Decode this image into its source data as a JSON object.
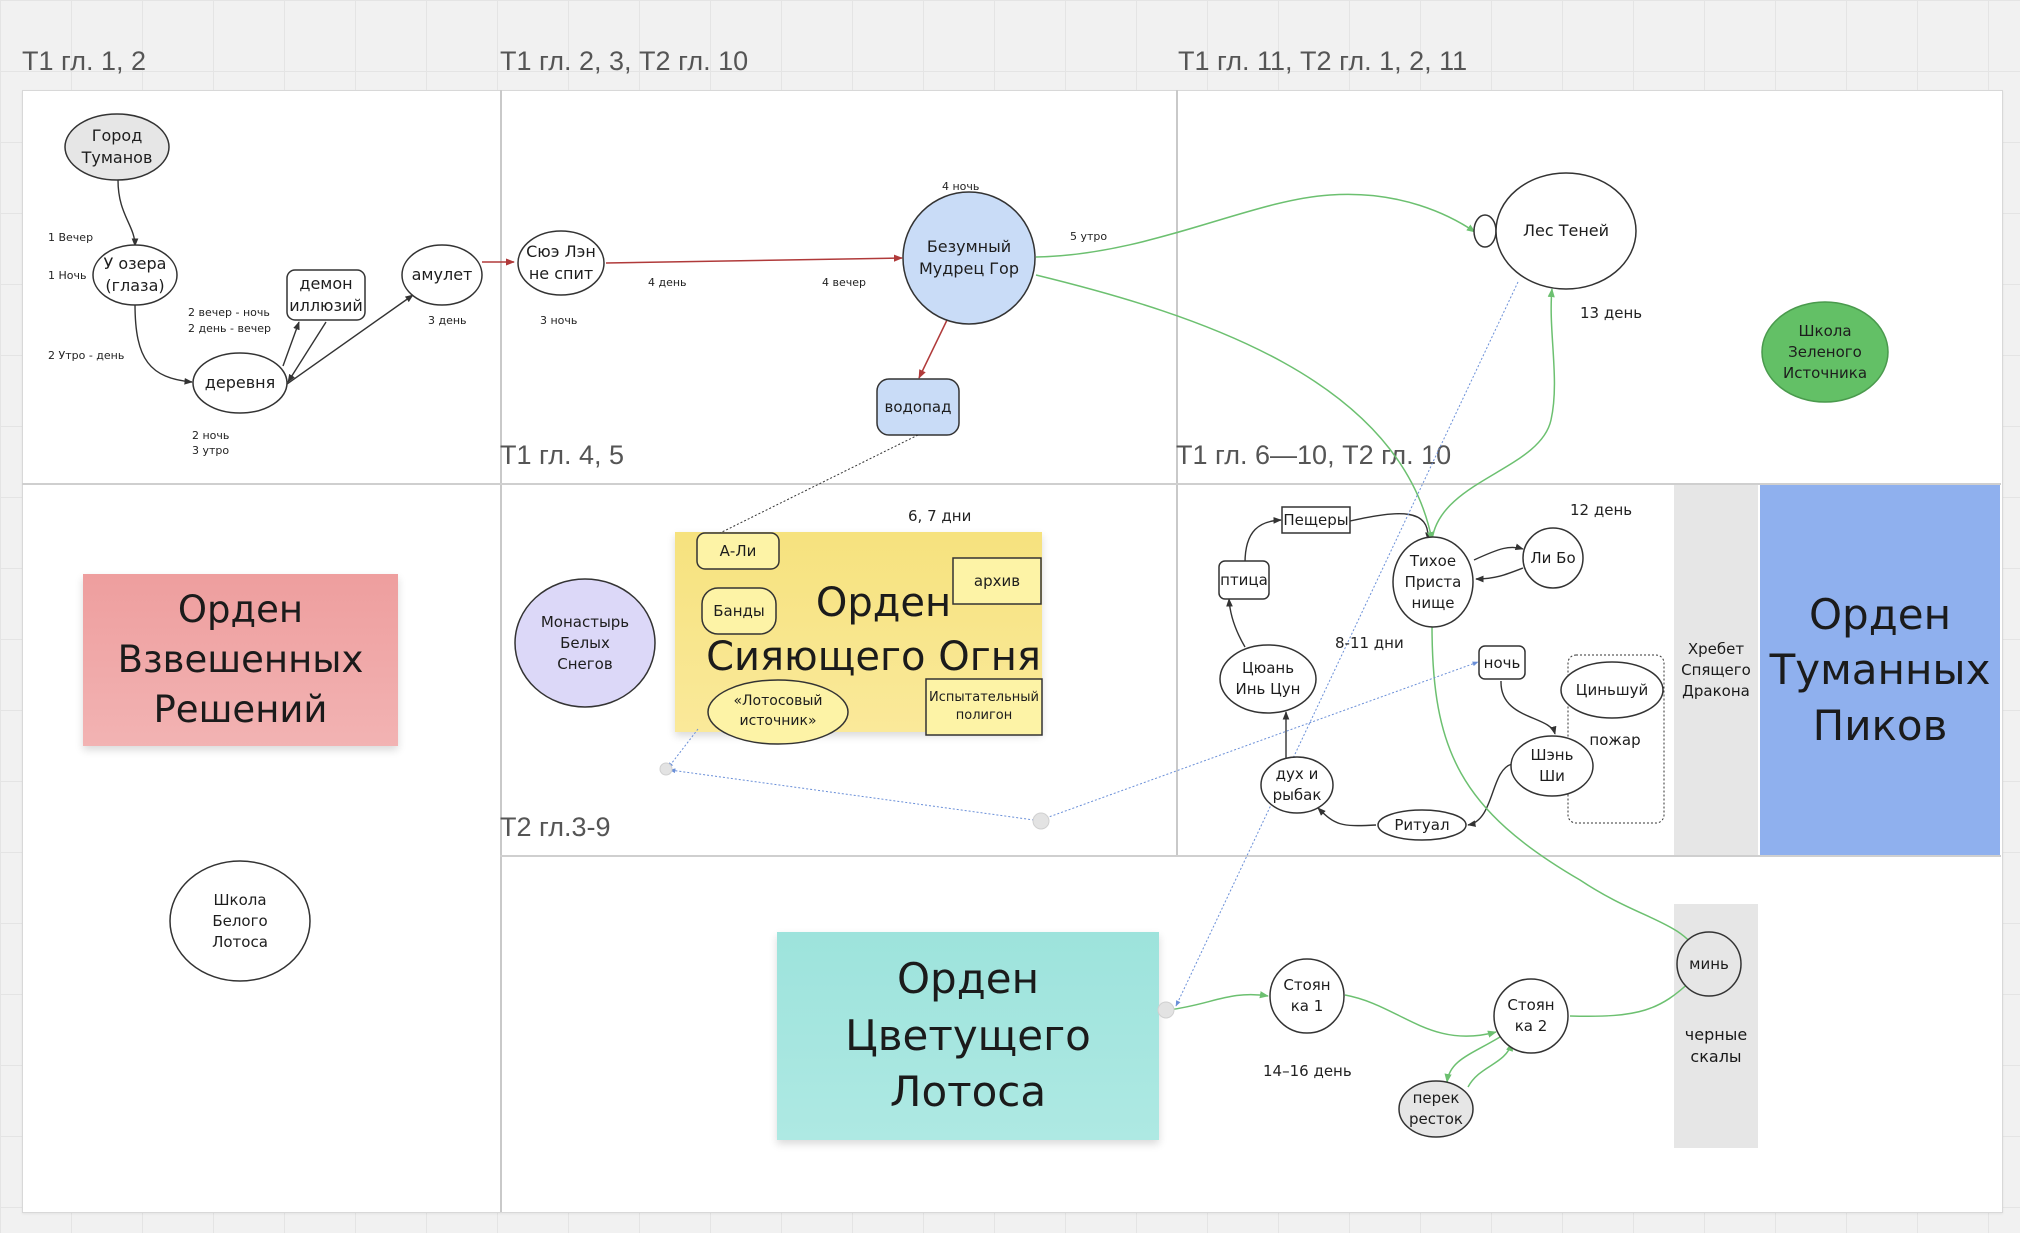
{
  "sections": [
    {
      "title": "Т1 гл. 1, 2"
    },
    {
      "title": "Т1 гл. 2, 3, Т2 гл. 10"
    },
    {
      "title": "Т1 гл. 11, Т2 гл. 1, 2, 11"
    },
    {
      "title": "Т1 гл. 4, 5"
    },
    {
      "title": "Т1 гл. 6—10, Т2 гл. 10"
    },
    {
      "title": "Т2 гл.3-9"
    }
  ],
  "orders": {
    "weighed": {
      "lines": [
        "Орден",
        "Взвешенных",
        "Решений"
      ],
      "color": "#f0a3a3"
    },
    "shining": {
      "lines": [
        "Орден",
        "Сияющего Огня"
      ],
      "color": "#f7e383"
    },
    "blooming": {
      "lines": [
        "Орден",
        "Цветущего",
        "Лотоса"
      ],
      "color": "#a2e6de"
    },
    "misty": {
      "lines": [
        "Орден",
        "Туманных",
        "Пиков"
      ],
      "color": "#8fb0ee"
    }
  },
  "regions": {
    "dragon_ridge": [
      "Хребет",
      "Спящего",
      "Дракона"
    ],
    "black_rocks": [
      "черные",
      "скалы"
    ]
  },
  "nodes": {
    "city": [
      "Город",
      "Туманов"
    ],
    "lake": [
      "У озера",
      "(глаза)"
    ],
    "village": [
      "деревня"
    ],
    "demon": [
      "демон",
      "иллюзий"
    ],
    "amulet": [
      "амулет"
    ],
    "xue_len": [
      "Сюэ Лэн",
      "не спит"
    ],
    "sage": [
      "Безумный",
      "Мудрец Гор"
    ],
    "waterfall": [
      "водопад"
    ],
    "forest": [
      "Лес Теней"
    ],
    "green_school": [
      "Школа",
      "Зеленого",
      "Источника"
    ],
    "white_lotus_school": [
      "Школа",
      "Белого",
      "Лотоса"
    ],
    "monastery": [
      "Монастырь",
      "Белых",
      "Снегов"
    ],
    "a_li": [
      "А-Ли"
    ],
    "gangs": [
      "Банды"
    ],
    "archive": [
      "архив"
    ],
    "lotus_spring": [
      "«Лотосовый",
      "источник»"
    ],
    "polygon": [
      "Испытательный",
      "полигон"
    ],
    "caves": [
      "Пещеры"
    ],
    "bird": [
      "птица"
    ],
    "refuge": [
      "Тихое",
      "Приста",
      "нище"
    ],
    "li_bo": [
      "Ли Бо"
    ],
    "yuan": [
      "Цюань",
      "Инь Цун"
    ],
    "spirit": [
      "дух и",
      "рыбак"
    ],
    "ritual": [
      "Ритуал"
    ],
    "night": [
      "ночь"
    ],
    "shen_shi": [
      "Шэнь",
      "Ши"
    ],
    "qingshui": [
      "Циньшуй"
    ],
    "fire": [
      "пожар"
    ],
    "camp1": [
      "Стоян",
      "ка 1"
    ],
    "camp2": [
      "Стоян",
      "ка 2"
    ],
    "crossroad": [
      "перек",
      "ресток"
    ],
    "min": [
      "минь"
    ]
  },
  "labels": {
    "evening1": "1 Вечер",
    "night1": "1 Ночь",
    "morning2": "2 Утро - день",
    "evening2": "2 вечер - ночь",
    "day2": "2 день - вечер",
    "night2": "2 ночь",
    "morning3": "3 утро",
    "day3": "3 день",
    "night3": "3 ночь",
    "day4": "4 день",
    "evening4": "4 вечер",
    "night4": "4 ночь",
    "morning5": "5 утро",
    "days67": "6, 7 дни",
    "days811": "8-11 дни",
    "day12": "12 день",
    "day13": "13 день",
    "days1416": "14–16 день"
  },
  "colors": {
    "red_edge": "#b03a3a",
    "green_edge": "#6cc070",
    "blue_dotted": "#6a8fd8",
    "node_blue": "#c9dcf7",
    "node_purple": "#dcd8f8",
    "node_green": "#63c066",
    "node_grey": "#e6e6e6",
    "node_yellow": "#fdf3a6"
  }
}
